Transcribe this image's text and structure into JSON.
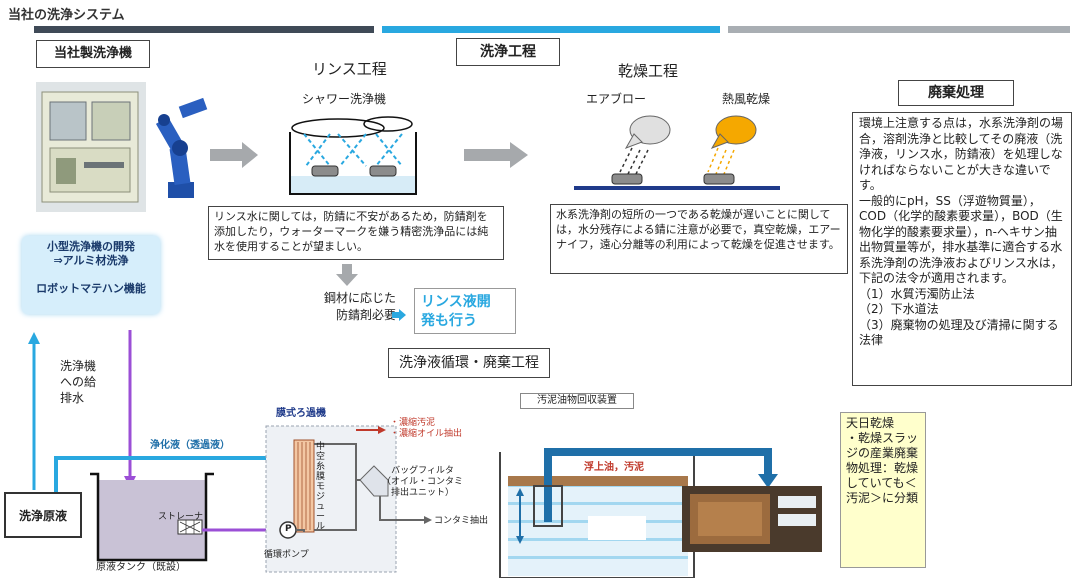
{
  "header": {
    "title": "当社の洗浄システム",
    "bar_colors": [
      "#3f4a57",
      "#29a8e0",
      "#a9aeb3"
    ]
  },
  "machine": {
    "label": "当社製洗浄機"
  },
  "rinse": {
    "title": "リンス工程",
    "shower_label": "シャワー洗浄機",
    "note": "リンス水に関しては，防錆に不安があるため，防錆剤を添加したり，ウォーターマークを嫌う精密洗浄品には純水を使用することが望ましい。",
    "sub_label": "鋼材に応じた\n防錆剤必要",
    "highlight": "リンス液開\n発も行う"
  },
  "wash": {
    "label": "洗浄工程"
  },
  "dry": {
    "title": "乾燥工程",
    "airblow": "エアブロー",
    "hotair": "熱風乾燥",
    "note": "水系洗浄剤の短所の一つである乾燥が遅いことに関しては，水分残存による錆に注意が必要で，真空乾燥，エアーナイフ，遠心分離等の利用によって乾燥を促進させます。"
  },
  "waste": {
    "label": "廃棄処理",
    "text": "環境上注意する点は，水系洗浄剤の場合，溶剤洗浄と比較してその廃液（洗浄液，リンス水，防錆液）を処理しなければならないことが大きな違いです。\n一般的にpH，SS（浮遊物質量），COD（化学的酸素要求量），BOD（生物化学的酸素要求量），n-ヘキサン抽出物質量等が，排水基準に適合する水系洗浄剤の洗浄液およびリンス水は，下記の法令が適用されます。\n（1）水質汚濁防止法\n（2）下水道法\n（3）廃棄物の処理及び清掃に関する法律"
  },
  "small_machine": {
    "text": "小型洗浄機の開発\n⇒アルミ材洗浄\n\nロボットマテハン機能"
  },
  "circulation": {
    "label": "洗浄液循環・廃棄工程",
    "supply_label": "洗浄機\nへの給\n排水",
    "purified_label": "浄化液（透過液）",
    "source_liquid": "洗浄原液",
    "strainer": "ストレーナ",
    "tank_label": "原液タンク（既設）",
    "membrane_title": "膜式ろ過機",
    "module_label": "中空糸膜モジュール",
    "pump_symbol": "P",
    "pump_label": "循環ポンプ",
    "concentrate_label": "・濃縮汚泥\n・濃縮オイル抽出",
    "bag_filter_label": "バッグフィルタ\n（オイル・コンタミ\n排出ユニット）",
    "contami_label": "コンタミ抽出",
    "recovery_label": "汚泥油物回収装置",
    "float_label": "浮上油，汚泥"
  },
  "sun_dry": {
    "text": "天日乾燥\n・乾燥スラッジの産業廃棄物処理：乾燥していても＜汚泥＞に分類"
  },
  "colors": {
    "accent_blue": "#29a8e0",
    "purple": "#9b4fd6",
    "sticky_yellow": "#ffffcc",
    "orange": "#f5a800",
    "pipe_blue": "#1f6fa8",
    "red": "#c0392b"
  }
}
